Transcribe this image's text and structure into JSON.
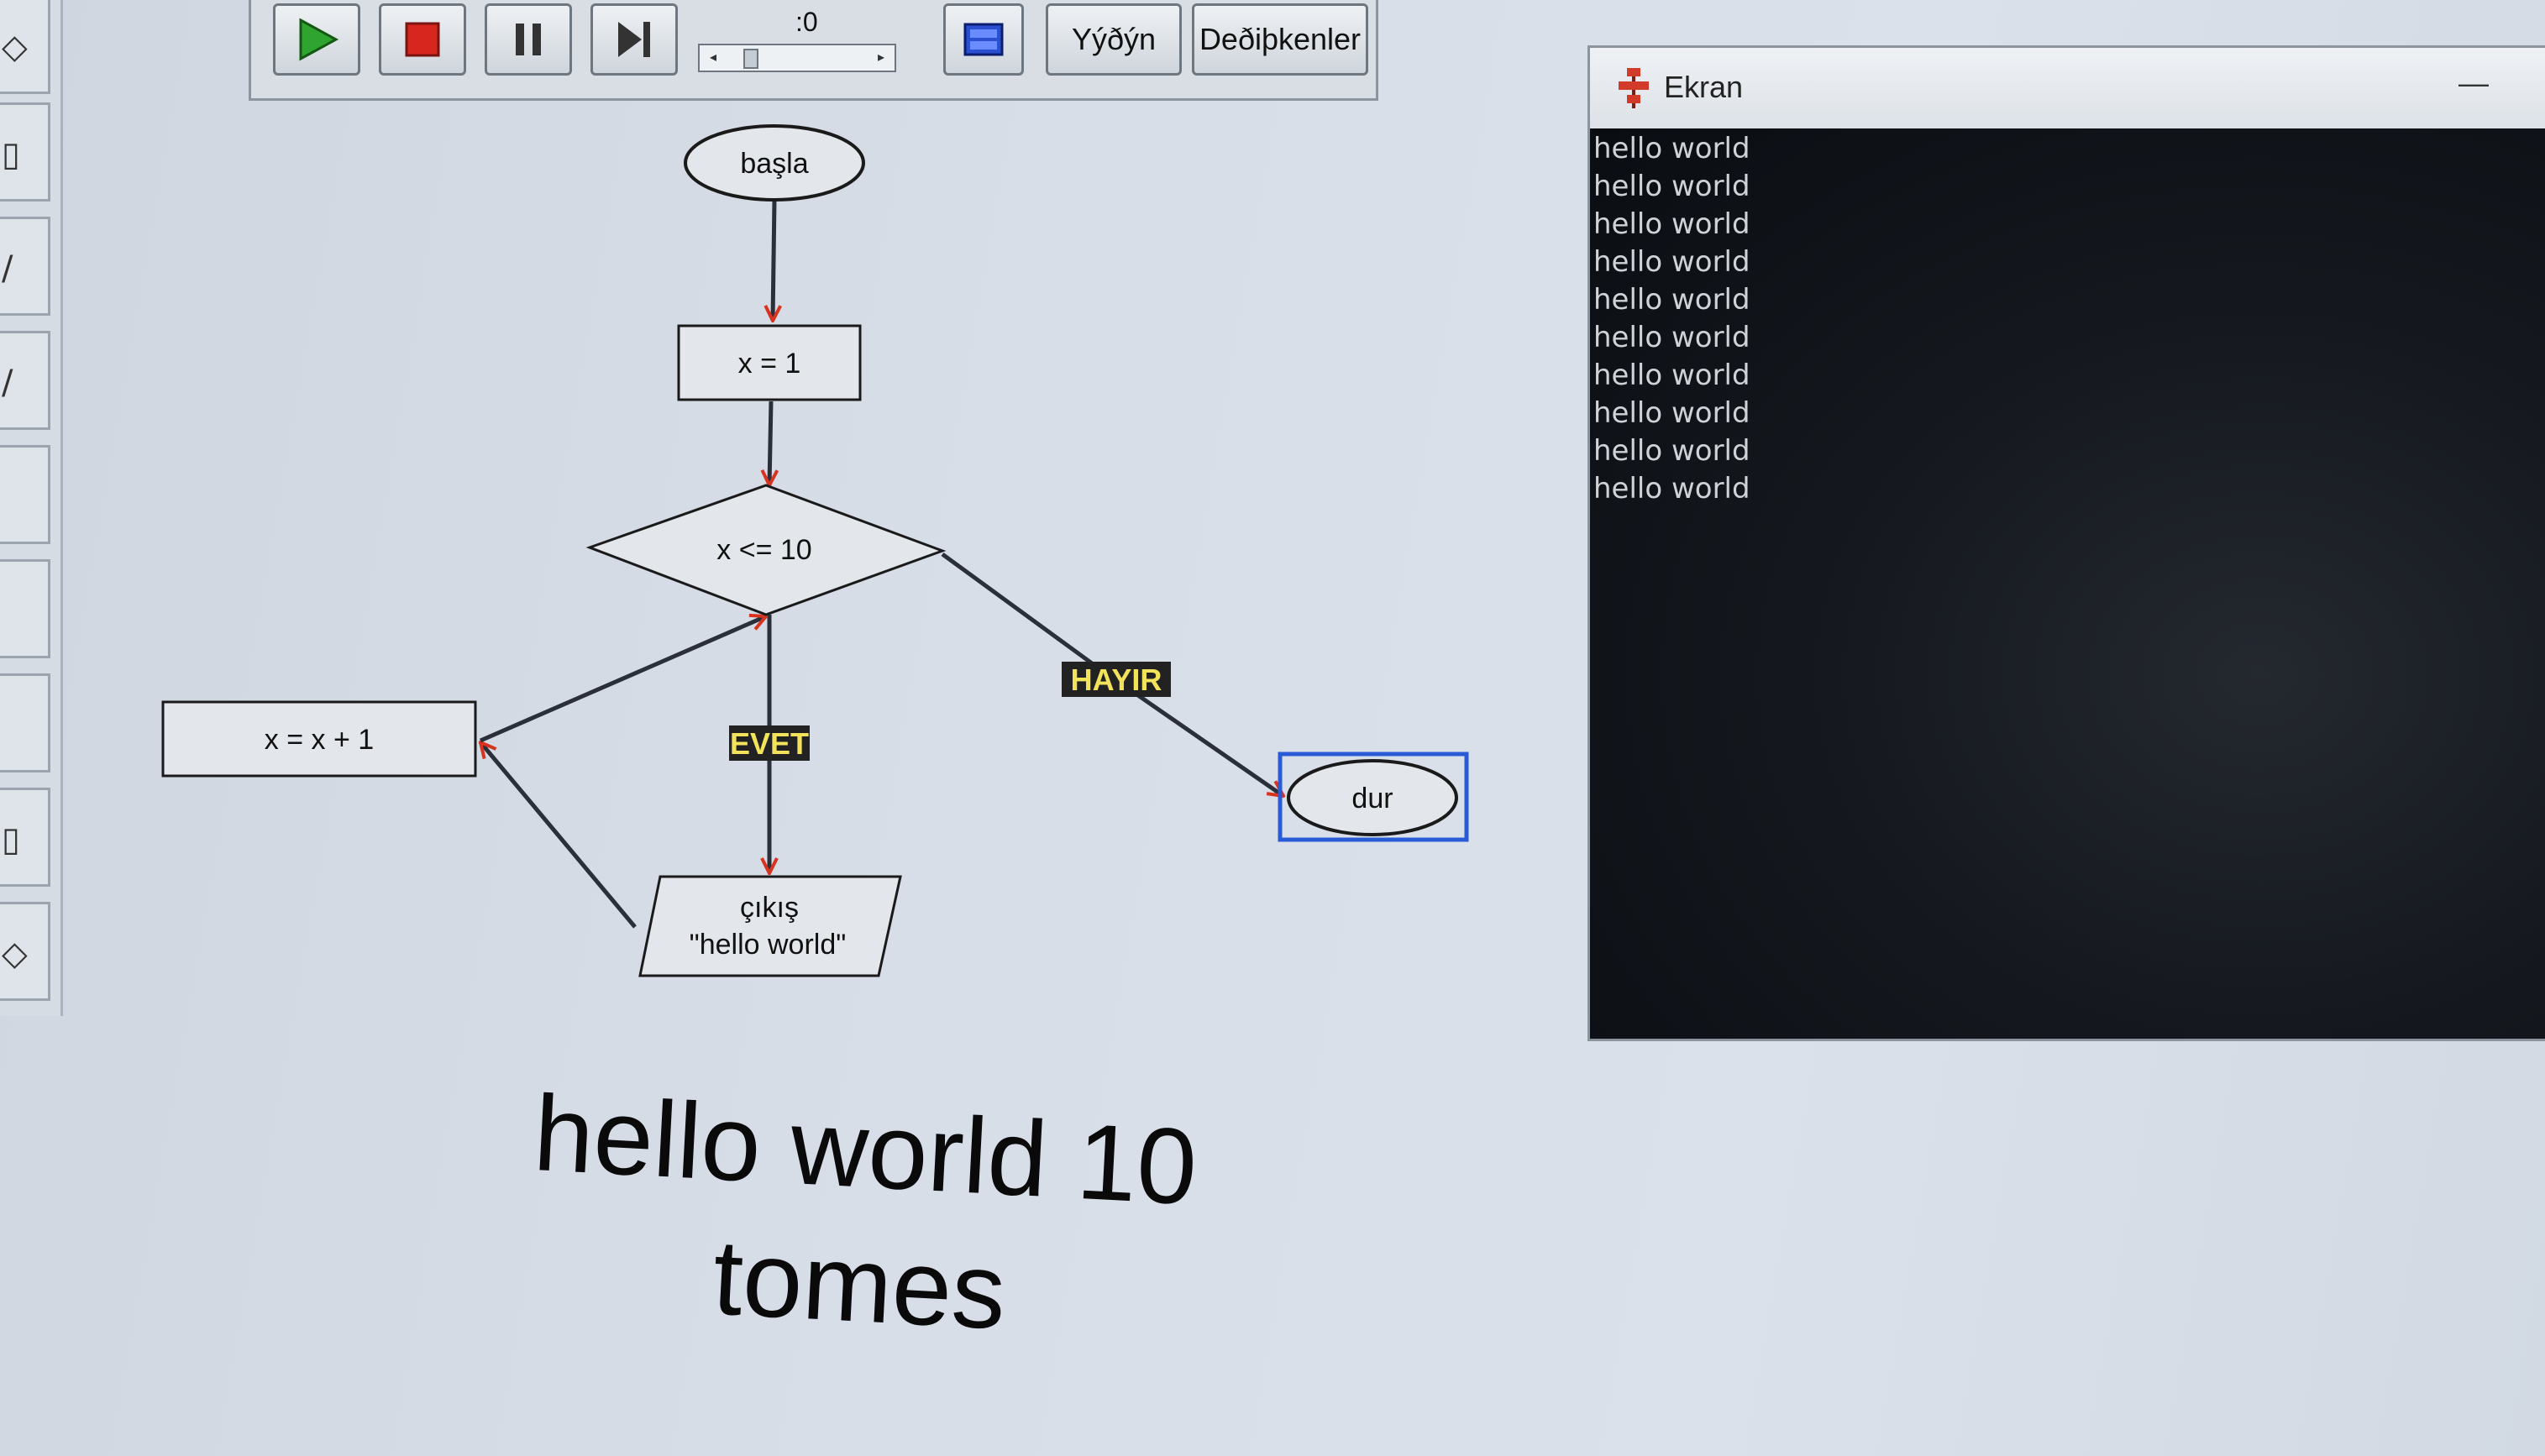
{
  "toolbar": {
    "speed_label": ":0",
    "output_button_label": "Yýðýn",
    "variables_button_label": "Deðiþkenler"
  },
  "flowchart": {
    "start": "başla",
    "init": "x = 1",
    "condition": "x <= 10",
    "increment": "x = x + 1",
    "output_line1": "çıkış",
    "output_line2": "\"hello world\"",
    "end": "dur",
    "yes_label": "EVET",
    "no_label": "HAYIR"
  },
  "caption": {
    "line1": "hello world 10",
    "line2": "tomes"
  },
  "ekran": {
    "title": "Ekran",
    "minimize": "—",
    "lines": [
      "hello world",
      "hello world",
      "hello world",
      "hello world",
      "hello world",
      "hello world",
      "hello world",
      "hello world",
      "hello world",
      "hello world"
    ]
  },
  "colors": {
    "start_button": "#2fa52f",
    "stop_button": "#d7261e",
    "arrowhead": "#d8331f",
    "tag_background": "#222222",
    "tag_text": "#f2e35a",
    "selection": "#2a5bd7"
  }
}
